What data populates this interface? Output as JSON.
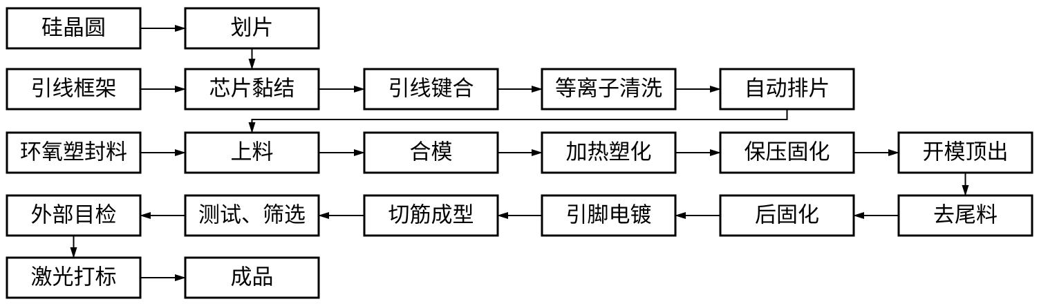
{
  "nodes": [
    {
      "id": "n1",
      "label": "硅晶圆"
    },
    {
      "id": "n2",
      "label": "划片"
    },
    {
      "id": "n3",
      "label": "引线框架"
    },
    {
      "id": "n4",
      "label": "芯片黏结"
    },
    {
      "id": "n5",
      "label": "引线键合"
    },
    {
      "id": "n6",
      "label": "等离子清洗"
    },
    {
      "id": "n7",
      "label": "自动排片"
    },
    {
      "id": "n8",
      "label": "环氧塑封料"
    },
    {
      "id": "n9",
      "label": "上料"
    },
    {
      "id": "n10",
      "label": "合模"
    },
    {
      "id": "n11",
      "label": "加热塑化"
    },
    {
      "id": "n12",
      "label": "保压固化"
    },
    {
      "id": "n13",
      "label": "开模顶出"
    },
    {
      "id": "n14",
      "label": "外部目检"
    },
    {
      "id": "n15",
      "label": "测试、筛选"
    },
    {
      "id": "n16",
      "label": "切筋成型"
    },
    {
      "id": "n17",
      "label": "引脚电镀"
    },
    {
      "id": "n18",
      "label": "后固化"
    },
    {
      "id": "n19",
      "label": "去尾料"
    },
    {
      "id": "n20",
      "label": "激光打标"
    },
    {
      "id": "n21",
      "label": "成品"
    }
  ],
  "edges": [
    {
      "from": "n1",
      "to": "n2"
    },
    {
      "from": "n2",
      "to": "n4"
    },
    {
      "from": "n3",
      "to": "n4"
    },
    {
      "from": "n4",
      "to": "n5"
    },
    {
      "from": "n5",
      "to": "n6"
    },
    {
      "from": "n6",
      "to": "n7"
    },
    {
      "from": "n7",
      "to": "n9"
    },
    {
      "from": "n8",
      "to": "n9"
    },
    {
      "from": "n9",
      "to": "n10"
    },
    {
      "from": "n10",
      "to": "n11"
    },
    {
      "from": "n11",
      "to": "n12"
    },
    {
      "from": "n12",
      "to": "n13"
    },
    {
      "from": "n13",
      "to": "n19"
    },
    {
      "from": "n19",
      "to": "n18"
    },
    {
      "from": "n18",
      "to": "n17"
    },
    {
      "from": "n17",
      "to": "n16"
    },
    {
      "from": "n16",
      "to": "n15"
    },
    {
      "from": "n15",
      "to": "n14"
    },
    {
      "from": "n14",
      "to": "n20"
    },
    {
      "from": "n20",
      "to": "n21"
    }
  ]
}
